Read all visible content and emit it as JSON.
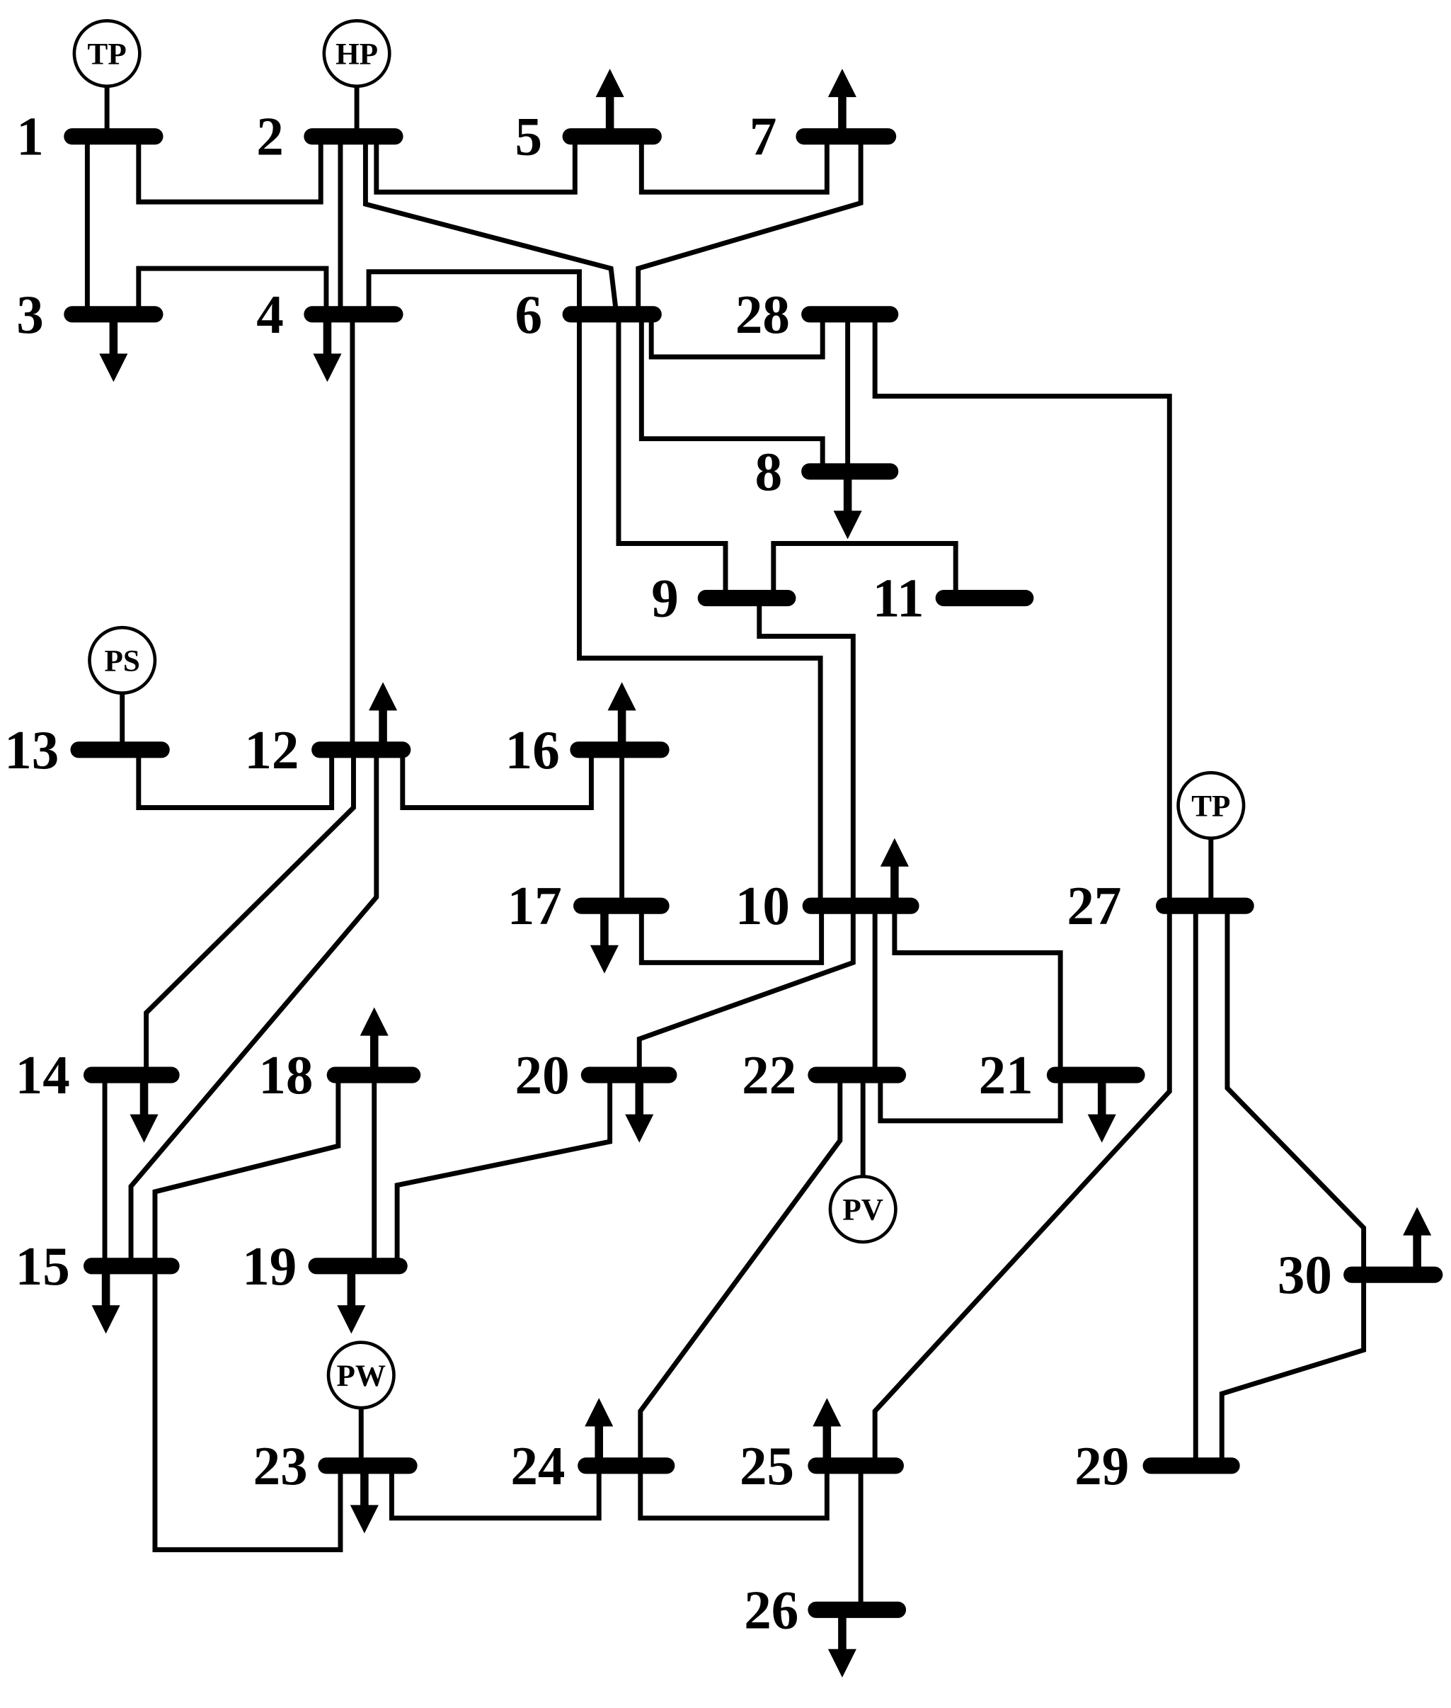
{
  "buses": [
    {
      "id": "1",
      "label": "1"
    },
    {
      "id": "2",
      "label": "2"
    },
    {
      "id": "3",
      "label": "3"
    },
    {
      "id": "4",
      "label": "4"
    },
    {
      "id": "5",
      "label": "5"
    },
    {
      "id": "6",
      "label": "6"
    },
    {
      "id": "7",
      "label": "7"
    },
    {
      "id": "8",
      "label": "8"
    },
    {
      "id": "9",
      "label": "9"
    },
    {
      "id": "10",
      "label": "10"
    },
    {
      "id": "11",
      "label": "11"
    },
    {
      "id": "12",
      "label": "12"
    },
    {
      "id": "13",
      "label": "13"
    },
    {
      "id": "14",
      "label": "14"
    },
    {
      "id": "15",
      "label": "15"
    },
    {
      "id": "16",
      "label": "16"
    },
    {
      "id": "17",
      "label": "17"
    },
    {
      "id": "18",
      "label": "18"
    },
    {
      "id": "19",
      "label": "19"
    },
    {
      "id": "20",
      "label": "20"
    },
    {
      "id": "21",
      "label": "21"
    },
    {
      "id": "22",
      "label": "22"
    },
    {
      "id": "23",
      "label": "23"
    },
    {
      "id": "24",
      "label": "24"
    },
    {
      "id": "25",
      "label": "25"
    },
    {
      "id": "26",
      "label": "26"
    },
    {
      "id": "27",
      "label": "27"
    },
    {
      "id": "28",
      "label": "28"
    },
    {
      "id": "29",
      "label": "29"
    },
    {
      "id": "30",
      "label": "30"
    }
  ],
  "generators": [
    {
      "id": "g1",
      "bus": "1",
      "label": "TP"
    },
    {
      "id": "g2",
      "bus": "2",
      "label": "HP"
    },
    {
      "id": "g13",
      "bus": "13",
      "label": "PS"
    },
    {
      "id": "g27",
      "bus": "27",
      "label": "TP"
    },
    {
      "id": "g22",
      "bus": "22",
      "label": "PV"
    },
    {
      "id": "g23",
      "bus": "23",
      "label": "PW"
    }
  ],
  "loads_up": [
    "5",
    "7",
    "12",
    "16",
    "10",
    "18",
    "24",
    "25",
    "30"
  ],
  "loads_down": [
    "3",
    "4",
    "8",
    "17",
    "14",
    "20",
    "21",
    "15",
    "19",
    "23",
    "26"
  ],
  "lines": [
    [
      "1",
      "2"
    ],
    [
      "1",
      "3"
    ],
    [
      "2",
      "4"
    ],
    [
      "3",
      "4"
    ],
    [
      "2",
      "5"
    ],
    [
      "2",
      "6"
    ],
    [
      "4",
      "6"
    ],
    [
      "5",
      "7"
    ],
    [
      "6",
      "7"
    ],
    [
      "6",
      "8"
    ],
    [
      "6",
      "9"
    ],
    [
      "6",
      "10"
    ],
    [
      "9",
      "11"
    ],
    [
      "9",
      "10"
    ],
    [
      "4",
      "12"
    ],
    [
      "12",
      "13"
    ],
    [
      "12",
      "14"
    ],
    [
      "12",
      "15"
    ],
    [
      "12",
      "16"
    ],
    [
      "14",
      "15"
    ],
    [
      "16",
      "17"
    ],
    [
      "15",
      "18"
    ],
    [
      "18",
      "19"
    ],
    [
      "19",
      "20"
    ],
    [
      "10",
      "20"
    ],
    [
      "10",
      "17"
    ],
    [
      "10",
      "21"
    ],
    [
      "10",
      "22"
    ],
    [
      "21",
      "22"
    ],
    [
      "15",
      "23"
    ],
    [
      "22",
      "24"
    ],
    [
      "23",
      "24"
    ],
    [
      "24",
      "25"
    ],
    [
      "25",
      "26"
    ],
    [
      "25",
      "27"
    ],
    [
      "27",
      "28"
    ],
    [
      "27",
      "29"
    ],
    [
      "27",
      "30"
    ],
    [
      "29",
      "30"
    ],
    [
      "8",
      "28"
    ],
    [
      "6",
      "28"
    ]
  ]
}
